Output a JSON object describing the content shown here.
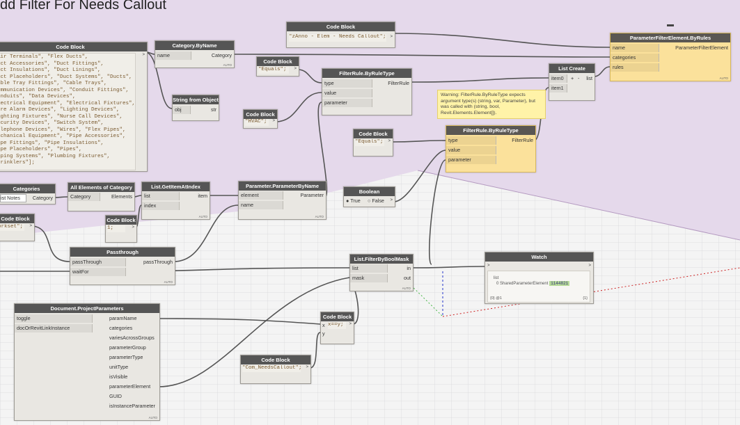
{
  "group": {
    "title": "dd Filter For Needs Callout"
  },
  "nodes": {
    "code_elem": {
      "title": "Code Block",
      "code": "\"zAnno - Elem - Needs Callout\";"
    },
    "code_cats": {
      "title": "Code Block",
      "code": "Air Terminals\", \"Flex Ducts\",\nuct Accessories\", \"Duct Fittings\",\nuct Insulations\", \"Duct Linings\",\nuct Placeholders\", \"Duct Systems\", \"Ducts\",\nable Tray Fittings\", \"Cable Trays\",\nommunication Devices\", \"Conduit Fittings\",\nonduits\", \"Data Devices\",\nlectrical Equipment\", \"Electrical Fixtures\",\nire Alarm Devices\", \"Lighting Devices\",\nighting Fixtures\", \"Nurse Call Devices\",\necurity Devices\", \"Switch System\",\nelephone Devices\", \"Wires\", \"Flex Pipes\",\nechanical Equipment\", \"Pipe Accessories\",\nipe Fittings\", \"Pipe Insulations\",\nipe Placeholders\", \"Pipes\",\niping Systems\", \"Plumbing Fixtures\",\nprinklers\"];"
    },
    "cat_by_name": {
      "title": "Category.ByName",
      "in": "name",
      "out": "Category"
    },
    "code_equals1": {
      "title": "Code Block",
      "code": "\"Equals\";"
    },
    "string_obj": {
      "title": "String from Object",
      "in": "obj",
      "out": "str"
    },
    "filter_rule1": {
      "title": "FilterRule.ByRuleType",
      "in": [
        "type",
        "value",
        "parameter"
      ],
      "out": "FilterRule"
    },
    "code_hvac": {
      "title": "Code Block",
      "code": "\"HVAC\";"
    },
    "list_create": {
      "title": "List Create",
      "in": [
        "item0",
        "item1"
      ],
      "out": "list",
      "btn_add": "+",
      "btn_remove": "-"
    },
    "pfe": {
      "title": "ParameterFilterElement.ByRules",
      "in": [
        "name",
        "categories",
        "rules"
      ],
      "out": "ParameterFilterElement"
    },
    "warning": {
      "text": "Warning: FilterRule.ByRuleType expects argument type(s) (string, var, Parameter), but was called with (string, bool, Revit.Elements.Element[])."
    },
    "code_equals2": {
      "title": "Code Block",
      "code": "\"Equals\";"
    },
    "filter_rule2": {
      "title": "FilterRule.ByRuleType",
      "in": [
        "type",
        "value",
        "parameter"
      ],
      "out": "FilterRule"
    },
    "categories": {
      "title": "Categories",
      "value": "ist Notes",
      "out": "Category"
    },
    "all_elems": {
      "title": "All Elements of Category",
      "in": "Category",
      "out": "Elements"
    },
    "get_item": {
      "title": "List.GetItemAtIndex",
      "in": [
        "list",
        "index"
      ],
      "out": "item"
    },
    "param_by_name": {
      "title": "Parameter.ParameterByName",
      "in": [
        "element",
        "name"
      ],
      "out": "Parameter"
    },
    "boolean": {
      "title": "Boolean",
      "opt_true": "True",
      "opt_false": "False"
    },
    "code_workset": {
      "title": "Code Block",
      "code": "orkset\";"
    },
    "code_one": {
      "title": "Code Block",
      "code": "1;"
    },
    "passthrough": {
      "title": "Passthrough",
      "in": [
        "passThrough",
        "waitFor"
      ],
      "out": "passThrough"
    },
    "filter_mask": {
      "title": "List.FilterByBoolMask",
      "in": [
        "list",
        "mask"
      ],
      "out": [
        "in",
        "out"
      ]
    },
    "watch": {
      "title": "Watch",
      "list_label": "list",
      "index": "0",
      "item": "SharedParameterElement",
      "id": "1144821",
      "status_left": "{0} @1",
      "status_right": "{1}"
    },
    "doc_params": {
      "title": "Document.ProjectParameters",
      "in": [
        "toggle",
        "docOrRevitLinkInstance"
      ],
      "out": [
        "paramName",
        "categories",
        "variesAcrossGroups",
        "parameterGroup",
        "parameterType",
        "unitType",
        "isVisible",
        "parameterElement",
        "GUID",
        "isInstanceParameter"
      ]
    },
    "code_xy": {
      "title": "Code Block",
      "in": [
        "x",
        "y"
      ],
      "code": "x==y;"
    },
    "code_needs": {
      "title": "Code Block",
      "code": "\"Com_NeedsCallout\";"
    }
  },
  "lacing": "AUTO"
}
